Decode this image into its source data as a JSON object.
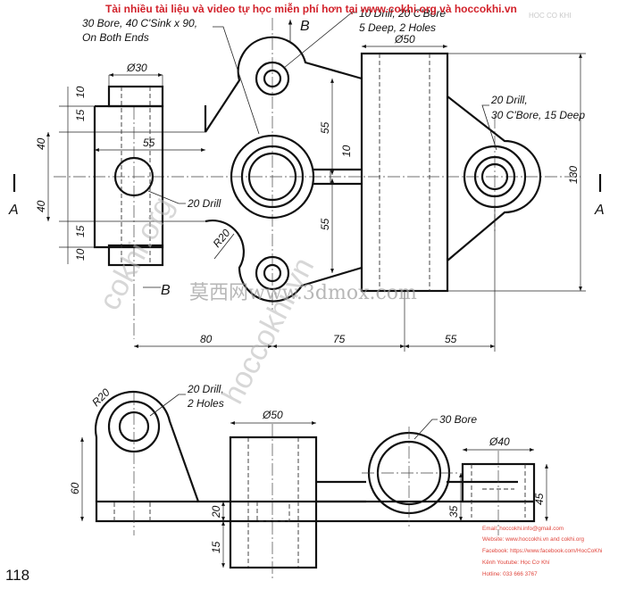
{
  "watermark": {
    "top_banner": "Tài nhiều tài liệu và video tự học miễn phí hơn tại www.cokhi.org và hoccokhi.vn",
    "brand_right": "HOC CO KHI",
    "diagonal_1": "cokhi.org",
    "diagonal_2": "hoccokhi.vn",
    "mid_serif": "莫西网www.3dmox.com",
    "contact_lines": [
      "Email: hoccokhi.info@gmail.com",
      "Website: www.hoccokhi.vn and cokhi.org",
      "Facebook: https://www.facebook.com/HocCoKhi",
      "Kênh Youtube: Học Cơ Khí",
      "Hotline: 033 666 3767"
    ]
  },
  "top_view": {
    "notes": {
      "bore_line1": "30 Bore, 40 C'Sink x 90,",
      "bore_line2": "On Both Ends",
      "drill10_line1": "10 Drill, 20 C'Bore",
      "drill10_line2": "5 Deep, 2 Holes",
      "drill20_line1": "20 Drill,",
      "drill20_line2": "30 C'Bore, 15 Deep",
      "drill20_left": "20 Drill"
    },
    "section_labels": {
      "a_left": "A",
      "a_right": "A",
      "b_top": "B",
      "b_bottom": "B"
    },
    "dims": {
      "d30": "Ø30",
      "d50": "Ø50",
      "v15_top": "15",
      "v10_top": "10",
      "v40_top": "40",
      "v40_bottom": "40",
      "v15_bottom": "15",
      "v10_bottom": "10",
      "h55_inner": "55",
      "v55_upper": "55",
      "v55_lower": "55",
      "v10_shaft": "10",
      "r20": "R20",
      "v130": "130",
      "h80": "80",
      "h75": "75",
      "h55": "55"
    }
  },
  "front_view": {
    "notes": {
      "drill20_line1": "20 Drill,",
      "drill20_line2": "2 Holes",
      "bore30": "30 Bore"
    },
    "dims": {
      "r20": "R20",
      "d50": "Ø50",
      "d40": "Ø40",
      "v60": "60",
      "v20": "20",
      "v15": "15",
      "v35": "35",
      "v45": "45"
    }
  },
  "page_number": "118"
}
